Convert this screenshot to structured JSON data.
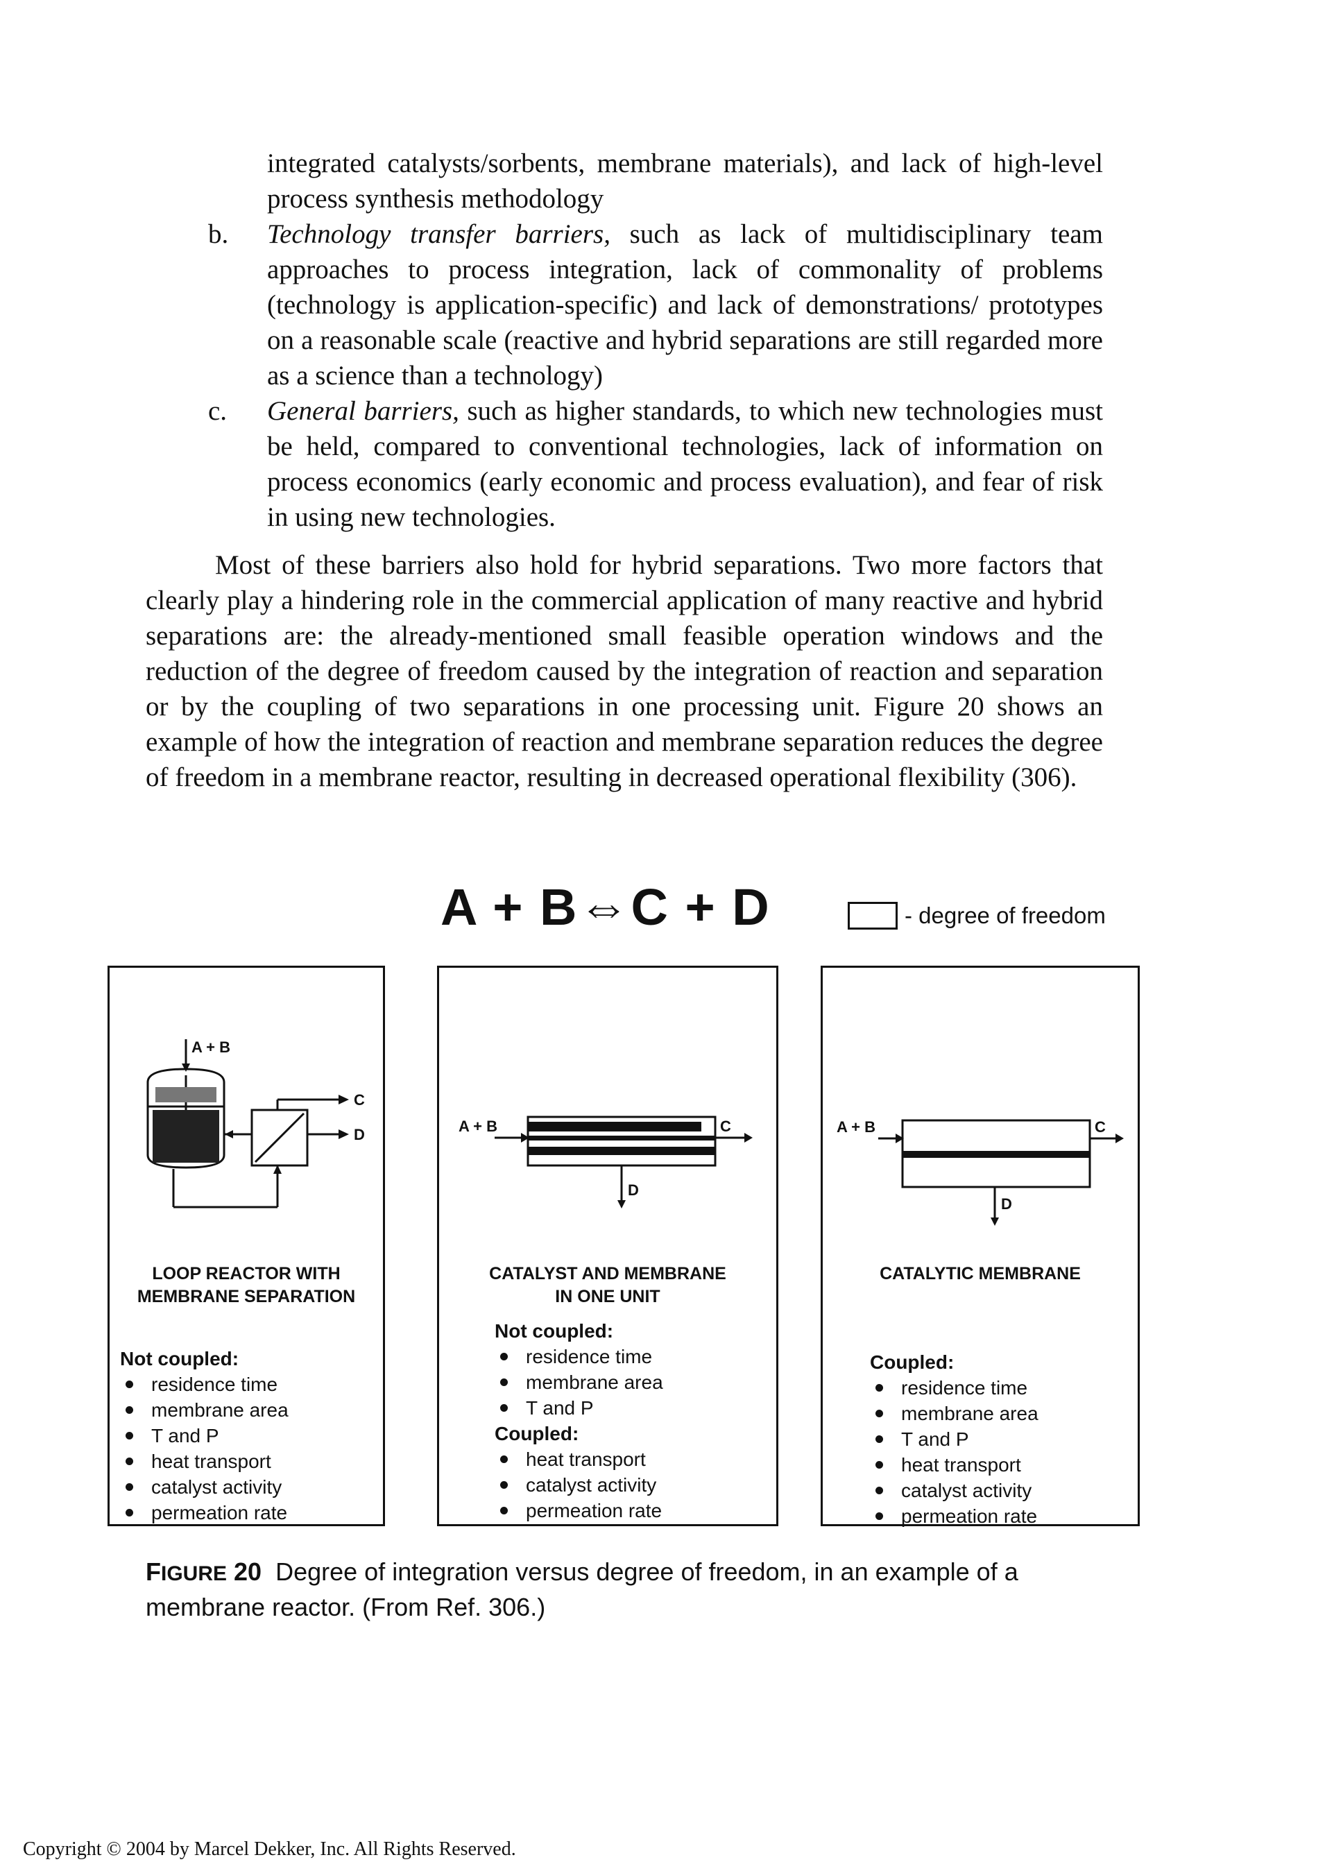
{
  "body": {
    "continuation_line": "integrated catalysts/sorbents, membrane materials), and lack of high-level process synthesis methodology",
    "list": [
      {
        "letter": "b.",
        "term": "Technology transfer barriers,",
        "text": " such as lack of multidisciplinary team approaches to process integration, lack of commonality of problems (technology is application-specific) and lack of demonstrations/ prototypes on a reasonable scale (reactive and hybrid separations are still regarded more as a science than a technology)"
      },
      {
        "letter": "c.",
        "term": "General barriers,",
        "text": " such as higher standards, to which new technologies must be held, compared to conventional technologies, lack of information on process economics (early economic and process evaluation), and fear of risk in using new technologies."
      }
    ],
    "paragraph": "Most of these barriers also hold for hybrid separations. Two more factors that clearly play a hindering role in the commercial application of many reactive and hybrid separations are: the already-mentioned small feasible operation windows and the reduction of the degree of freedom caused by the integration of reaction and separation or by the coupling of two separations in one processing unit. Figure 20 shows an example of how the integration of reaction and membrane separation reduces the degree of freedom in a membrane reactor, resulting in decreased operational flexibility (306)."
  },
  "figure": {
    "equation": "A + B⇔C + D",
    "legend": "- degree of freedom",
    "panels": [
      {
        "title_line1": "LOOP REACTOR WITH",
        "title_line2": "MEMBRANE SEPARATION",
        "labels": {
          "feed": "A + B",
          "out_c": "C",
          "out_d": "D"
        },
        "groups": [
          {
            "heading": "Not coupled:",
            "items": [
              "residence time",
              "membrane area",
              "T and P",
              "heat transport",
              "catalyst activity",
              "permeation rate"
            ]
          }
        ]
      },
      {
        "title_line1": "CATALYST AND MEMBRANE",
        "title_line2": "IN ONE UNIT",
        "labels": {
          "feed": "A + B",
          "out_c": "C",
          "out_d": "D"
        },
        "groups": [
          {
            "heading": "Not coupled:",
            "items": [
              "residence time",
              "membrane area",
              "T and P"
            ]
          },
          {
            "heading": "Coupled:",
            "items": [
              "heat transport",
              "catalyst activity",
              "permeation rate"
            ]
          }
        ]
      },
      {
        "title_line1": "CATALYTIC  MEMBRANE",
        "title_line2": "",
        "labels": {
          "feed": "A + B",
          "out_c": "C",
          "out_d": "D"
        },
        "groups": [
          {
            "heading": "Coupled:",
            "items": [
              "residence time",
              "membrane area",
              "T and P",
              "heat transport",
              "catalyst activity",
              "permeation rate"
            ]
          }
        ]
      }
    ],
    "caption": {
      "label_first": "F",
      "label_rest": "IGURE",
      "number": "20",
      "text": "Degree of integration versus degree of freedom, in an example of a membrane reactor. (From Ref. 306.)"
    }
  },
  "footer": {
    "copyright": "Copyright © 2004 by Marcel Dekker, Inc. All Rights Reserved."
  }
}
